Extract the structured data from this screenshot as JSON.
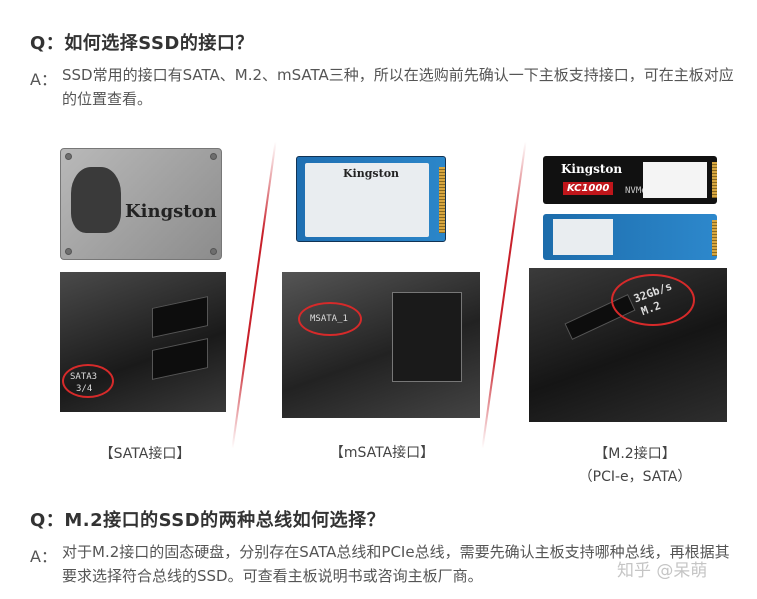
{
  "q1": {
    "prefix": "Q：",
    "text": "如何选择SSD的接口？"
  },
  "a1": {
    "prefix": "A：",
    "text": "SSD常用的接口有SATA、M.2、mSATA三种，所以在选购前先确认一下主板支持接口，可在主板对应的位置查看。"
  },
  "images": {
    "ssd_brand": "Kingston",
    "sata_silk": "SATA3",
    "sata_silk2": "3/4",
    "msata_silk": "MSATA_1",
    "m2_silk": "32Gb/s",
    "m2_silk2": "M.2",
    "msata_card_brand": "Kingston",
    "m2_card_brand": "Kingston",
    "m2_card_model": "KC1000",
    "m2_card_nvme": "NVMe"
  },
  "captions": {
    "sata": "【SATA接口】",
    "msata": "【mSATA接口】",
    "m2": "【M.2接口】",
    "m2_sub": "（PCI-e，SATA）"
  },
  "q2": {
    "prefix": "Q：",
    "text": "M.2接口的SSD的两种总线如何选择？"
  },
  "a2": {
    "prefix": "A：",
    "text": "对于M.2接口的固态硬盘，分别存在SATA总线和PCIe总线，需要先确认主板支持哪种总线，再根据其要求选择符合总线的SSD。可查看主板说明书或咨询主板厂商。"
  },
  "watermark": "知乎 @呆萌",
  "colors": {
    "accent_red": "#c8202a",
    "text": "#333333"
  }
}
